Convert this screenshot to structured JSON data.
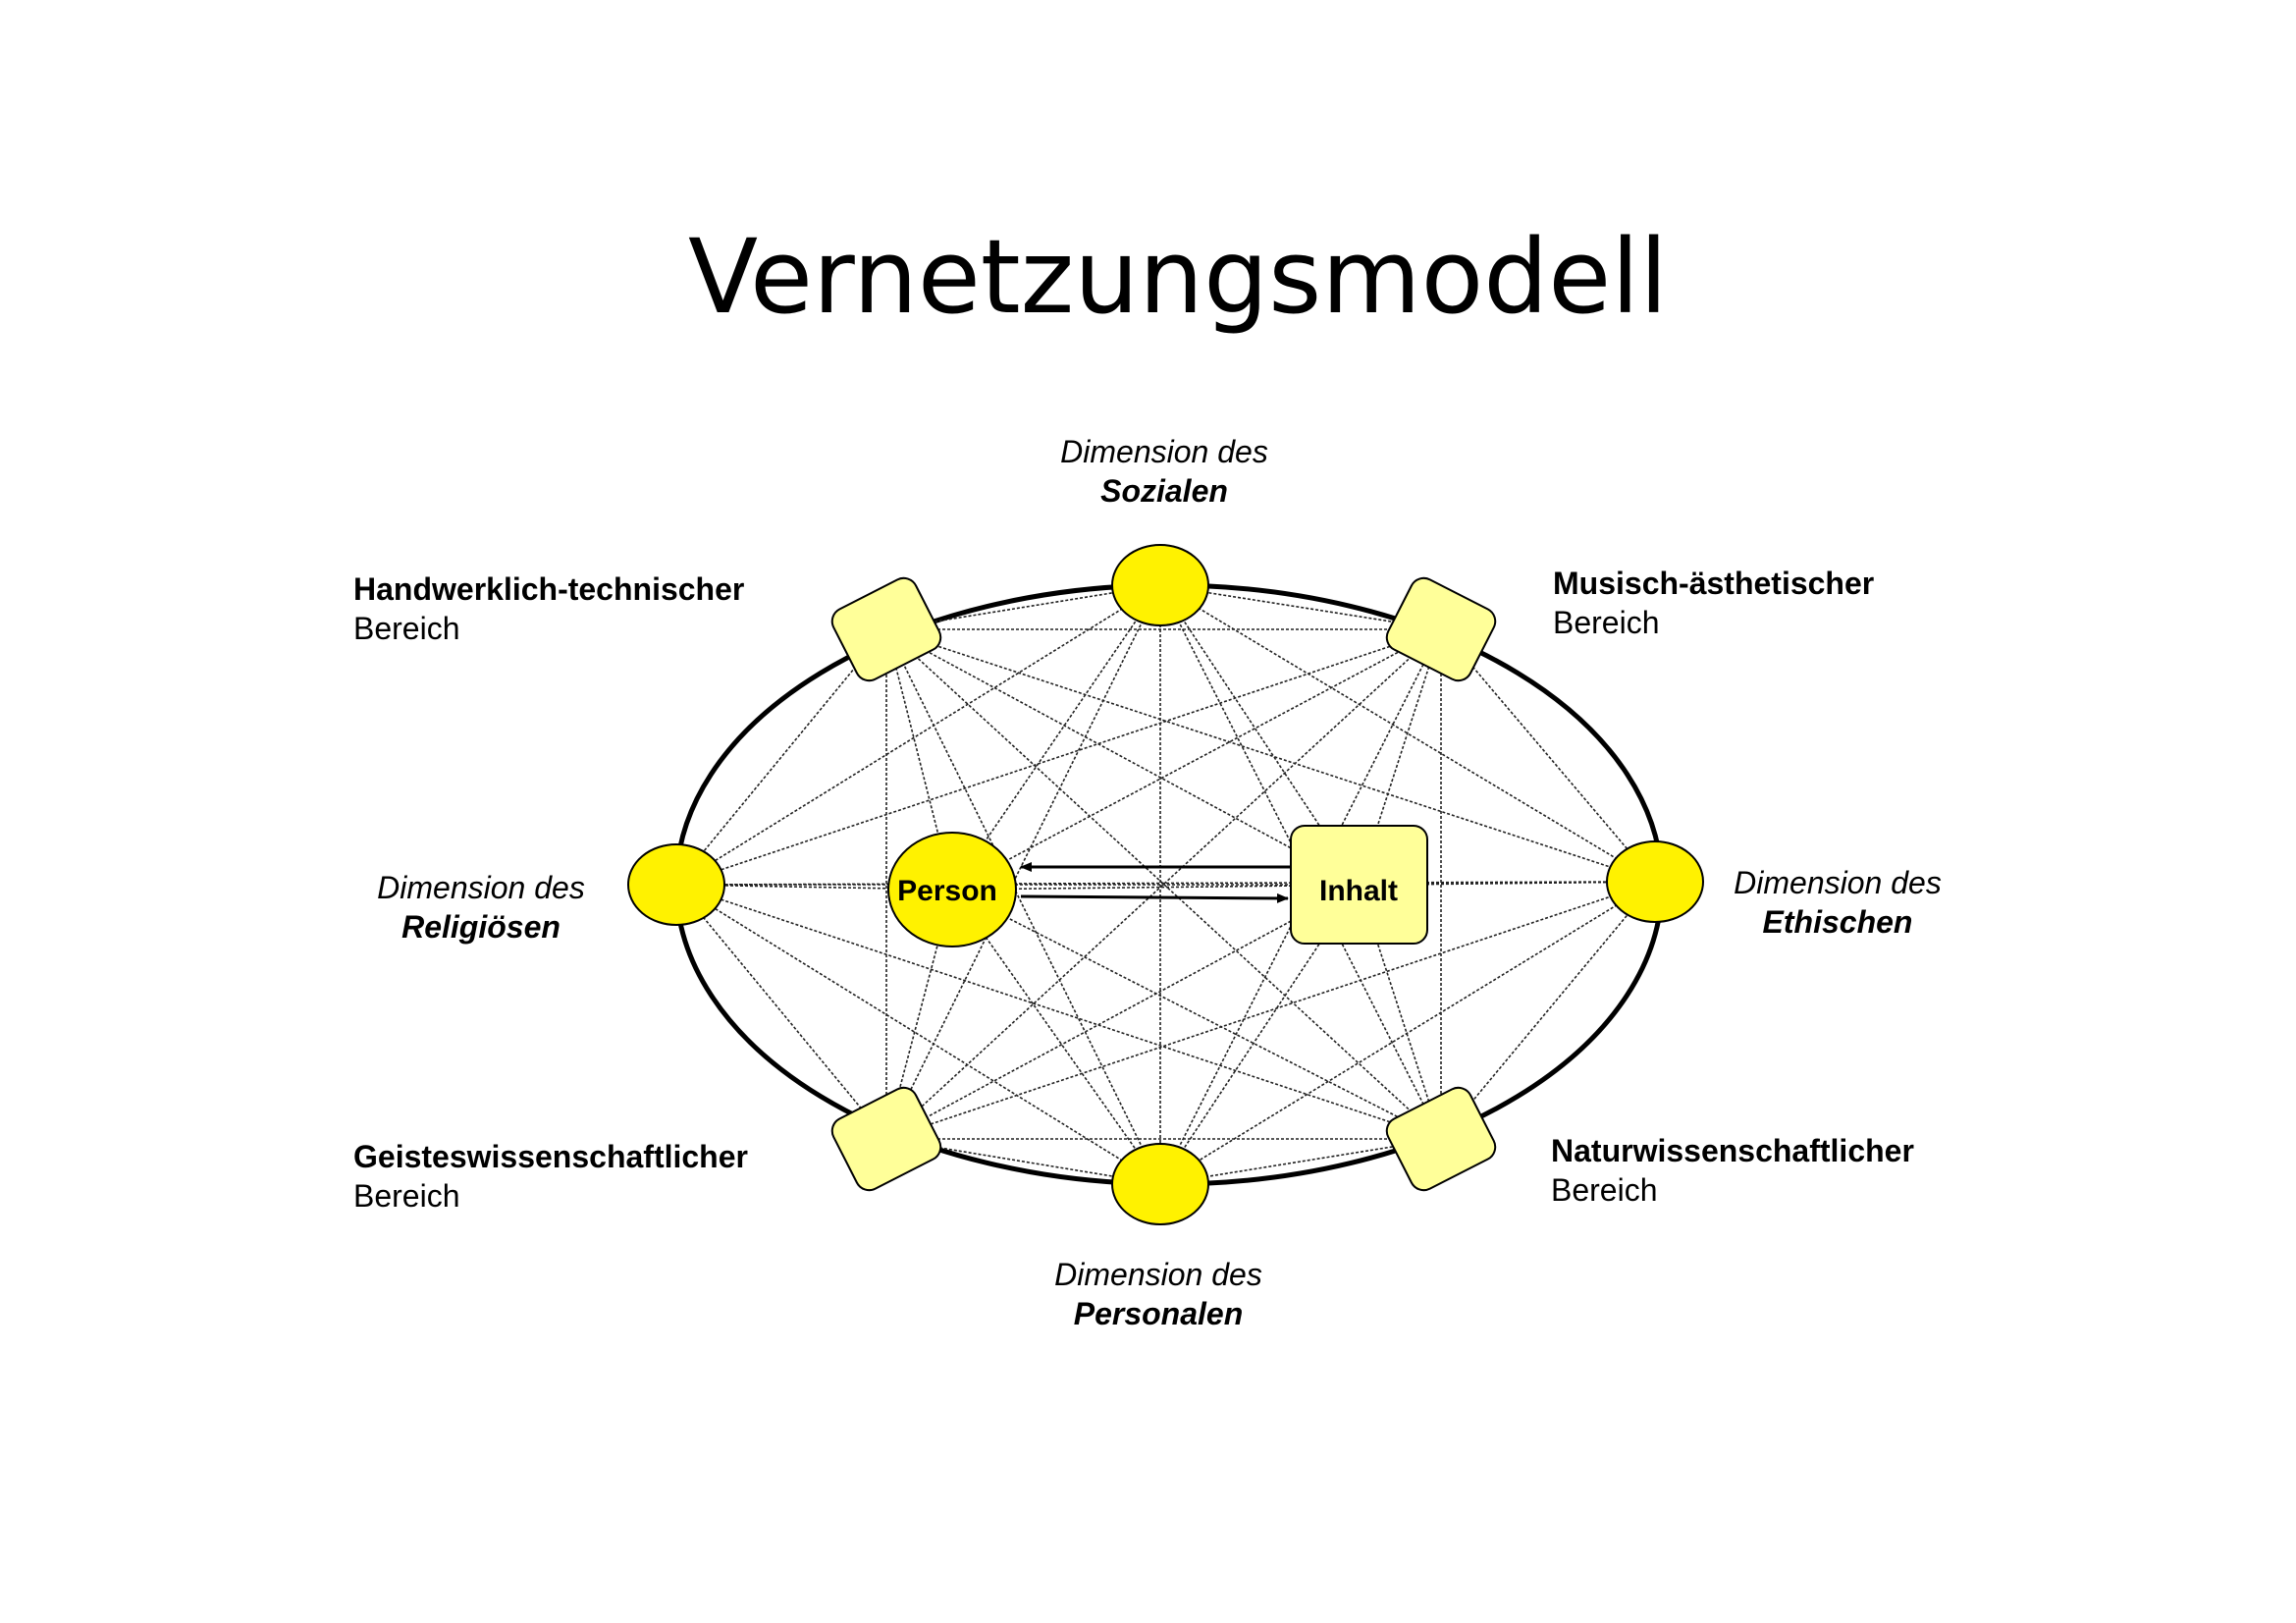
{
  "title": "Vernetzungsmodell",
  "colors": {
    "circle_fill": "#FFF200",
    "square_fill": "#FFFF99",
    "outline": "#000000"
  },
  "center": {
    "person": "Person",
    "inhalt": "Inhalt"
  },
  "dimensions": {
    "sozialen": {
      "line1": "Dimension des",
      "line2": "Sozialen"
    },
    "religioesen": {
      "line1": "Dimension des",
      "line2": "Religiösen"
    },
    "ethischen": {
      "line1": "Dimension des",
      "line2": "Ethischen"
    },
    "personalen": {
      "line1": "Dimension des",
      "line2": "Personalen"
    }
  },
  "bereiche": {
    "handwerklich": {
      "line1": "Handwerklich-technischer",
      "line2": "Bereich"
    },
    "musisch": {
      "line1": "Musisch-ästhetischer",
      "line2": "Bereich"
    },
    "geistes": {
      "line1": "Geisteswissenschaftlicher",
      "line2": "Bereich"
    },
    "natur": {
      "line1": "Naturwissenschaftlicher",
      "line2": "Bereich"
    }
  }
}
